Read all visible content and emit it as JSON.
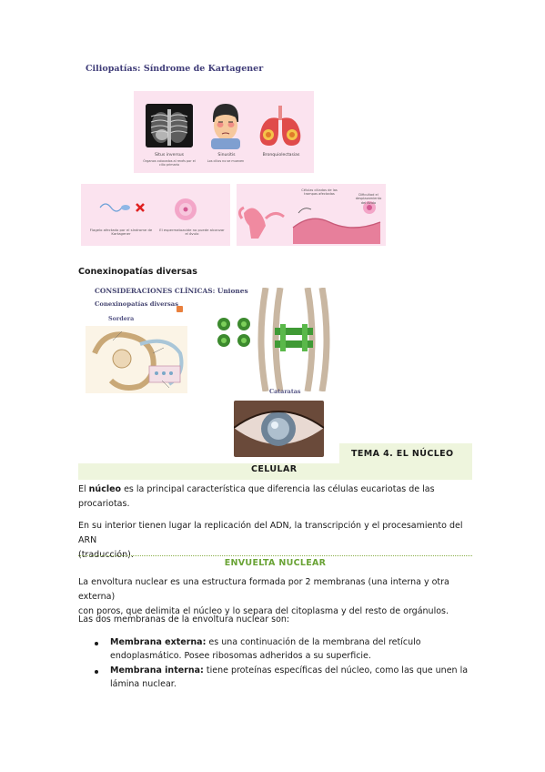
{
  "kartagener": {
    "title": "Ciliopatías: Síndrome de Kartagener",
    "situs_label": "Situs inversus",
    "situs_sub": "Órganos colocados al revés por el cilio primario",
    "sinusitis_label": "Sinusitis",
    "sinusitis_sub": "Los cilios no se mueven",
    "bronq_label": "Bronquiolectasias",
    "flagelo_label": "Flagelo afectado por el síndrome de Kartagener",
    "esperm_label": "El espermatozoide no puede alcanzar el óvulo",
    "celulas_label": "Células ciliadas de las trompas afectadas",
    "dificultad_label": "Dificultad el desplazamiento del óvulo"
  },
  "conexino": {
    "heading": "Conexinopatías diversas",
    "slide_title": "CONSIDERACIONES CLÍNICAS: Uniones",
    "slide_sub": "Conexinopatías diversas",
    "sordera": "Sordera",
    "cataratas": "Cataratas"
  },
  "chapter": {
    "line1": "TEMA 4.  EL NÚCLEO",
    "line2": "CELULAR"
  },
  "body": {
    "p1_bold": "núcleo",
    "p1_pre": "El ",
    "p1_post": " es la principal característica que diferencia las células eucariotas de las",
    "p1_line2": "procariotas.",
    "p2_line1": "En su interior tienen lugar la replicación del ADN, la transcripción y el procesamiento del ARN",
    "p2_line2": "(traducción).",
    "section_title": "ENVUELTA NUCLEAR",
    "p3_line1": "La envoltura nuclear es una estructura formada por 2 membranas (una interna y otra externa)",
    "p3_line2": "con poros, que delimita el núcleo y lo separa del citoplasma y del resto de orgánulos.",
    "p4": "Las dos membranas de la envoltura nuclear son:",
    "li1_bold": "Membrana externa:",
    "li1_text": " es una continuación de la membrana del retículo",
    "li1_line2": "endoplasmático. Posee ribosomas adheridos a su superficie.",
    "li2_bold": "Membrana interna:",
    "li2_text": " tiene proteínas específicas del núcleo, como las que unen la",
    "li2_line2": "lámina nuclear."
  },
  "colors": {
    "accent_green": "#6aa336",
    "heading_box": "#eef5dd",
    "slide_pink": "#fbe3ef",
    "slide_title": "#3f3c78"
  }
}
